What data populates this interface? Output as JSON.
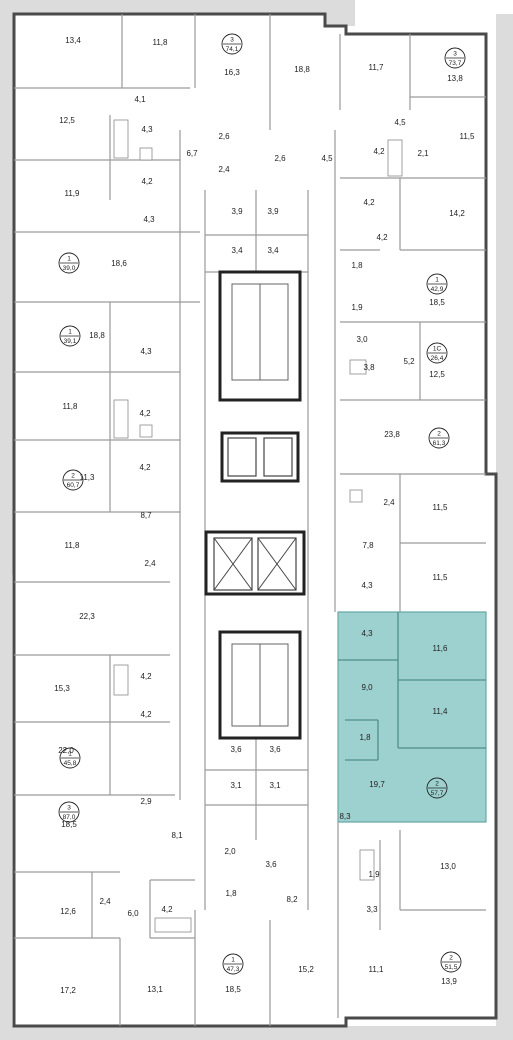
{
  "colors": {
    "wall": "#4a4a4a",
    "highlight": "#9dd1cf",
    "window": "#dcdcdc",
    "ink": "#222222"
  },
  "rooms": [
    {
      "id": "r1",
      "text": "13,4"
    },
    {
      "id": "r2",
      "text": "11,8"
    },
    {
      "id": "r3",
      "text": "16,3"
    },
    {
      "id": "r4",
      "text": "18,8"
    },
    {
      "id": "r5",
      "text": "11,7"
    },
    {
      "id": "r6",
      "text": "13,8"
    },
    {
      "id": "r7",
      "text": "4,1"
    },
    {
      "id": "r8",
      "text": "12,5"
    },
    {
      "id": "r9",
      "text": "4,3"
    },
    {
      "id": "r10",
      "text": "2,6"
    },
    {
      "id": "r11",
      "text": "2,6"
    },
    {
      "id": "r12",
      "text": "4,5"
    },
    {
      "id": "r13",
      "text": "11,5"
    },
    {
      "id": "r14",
      "text": "6,7"
    },
    {
      "id": "r15",
      "text": "4,2"
    },
    {
      "id": "r16",
      "text": "2,4"
    },
    {
      "id": "r17",
      "text": "4,5"
    },
    {
      "id": "r18",
      "text": "4,2"
    },
    {
      "id": "r19",
      "text": "2,1"
    },
    {
      "id": "r20",
      "text": "11,9"
    },
    {
      "id": "r21",
      "text": "3,9"
    },
    {
      "id": "r22",
      "text": "3,9"
    },
    {
      "id": "r23",
      "text": "4,2"
    },
    {
      "id": "r24",
      "text": "14,2"
    },
    {
      "id": "r25",
      "text": "4,3"
    },
    {
      "id": "r26",
      "text": "4,2"
    },
    {
      "id": "r27",
      "text": "3,4"
    },
    {
      "id": "r28",
      "text": "3,4"
    },
    {
      "id": "r29",
      "text": "18,6"
    },
    {
      "id": "r30",
      "text": "1,8"
    },
    {
      "id": "r31",
      "text": "18,5"
    },
    {
      "id": "r32",
      "text": "18,8"
    },
    {
      "id": "r33",
      "text": "1,9"
    },
    {
      "id": "r34",
      "text": "3,0"
    },
    {
      "id": "r35",
      "text": "5,2"
    },
    {
      "id": "r36",
      "text": "3,8"
    },
    {
      "id": "r37",
      "text": "12,5"
    },
    {
      "id": "r38",
      "text": "4,3"
    },
    {
      "id": "r39",
      "text": "11,8"
    },
    {
      "id": "r40",
      "text": "4,2"
    },
    {
      "id": "r41",
      "text": "23,8"
    },
    {
      "id": "r42",
      "text": "4,2"
    },
    {
      "id": "r43",
      "text": "11,3"
    },
    {
      "id": "r44",
      "text": "2,4"
    },
    {
      "id": "r45",
      "text": "11,5"
    },
    {
      "id": "r46",
      "text": "8,7"
    },
    {
      "id": "r47",
      "text": "7,8"
    },
    {
      "id": "r48",
      "text": "11,8"
    },
    {
      "id": "r49",
      "text": "2,4"
    },
    {
      "id": "r50",
      "text": "11,5"
    },
    {
      "id": "r51",
      "text": "22,3"
    },
    {
      "id": "r52",
      "text": "4,3"
    },
    {
      "id": "r53",
      "text": "4,2"
    },
    {
      "id": "r54",
      "text": "11,6"
    },
    {
      "id": "r55",
      "text": "4,3"
    },
    {
      "id": "r56",
      "text": "15,3"
    },
    {
      "id": "r57",
      "text": "9,0"
    },
    {
      "id": "r58",
      "text": "4,2"
    },
    {
      "id": "r59",
      "text": "11,4"
    },
    {
      "id": "r60",
      "text": "1,8"
    },
    {
      "id": "r61",
      "text": "22,0"
    },
    {
      "id": "r62",
      "text": "3,6"
    },
    {
      "id": "r63",
      "text": "3,6"
    },
    {
      "id": "r64",
      "text": "19,7"
    },
    {
      "id": "r65",
      "text": "3,1"
    },
    {
      "id": "r66",
      "text": "3,1"
    },
    {
      "id": "r67",
      "text": "2,9"
    },
    {
      "id": "r68",
      "text": "18,5"
    },
    {
      "id": "r69",
      "text": "8,3"
    },
    {
      "id": "r70",
      "text": "2,0"
    },
    {
      "id": "r71",
      "text": "3,6"
    },
    {
      "id": "r72",
      "text": "8,1"
    },
    {
      "id": "r73",
      "text": "13,0"
    },
    {
      "id": "r74",
      "text": "1,9"
    },
    {
      "id": "r75",
      "text": "2,4"
    },
    {
      "id": "r76",
      "text": "12,6"
    },
    {
      "id": "r77",
      "text": "6,0"
    },
    {
      "id": "r78",
      "text": "4,2"
    },
    {
      "id": "r79",
      "text": "1,8"
    },
    {
      "id": "r80",
      "text": "8,2"
    },
    {
      "id": "r81",
      "text": "3,3"
    },
    {
      "id": "r82",
      "text": "17,2"
    },
    {
      "id": "r83",
      "text": "13,1"
    },
    {
      "id": "r84",
      "text": "18,5"
    },
    {
      "id": "r85",
      "text": "15,2"
    },
    {
      "id": "r86",
      "text": "11,1"
    },
    {
      "id": "r87",
      "text": "13,9"
    }
  ],
  "apartments": [
    {
      "id": "a1",
      "rooms": "3",
      "area": "74,1"
    },
    {
      "id": "a2",
      "rooms": "3",
      "area": "73,7"
    },
    {
      "id": "a3",
      "rooms": "1",
      "area": "39,0"
    },
    {
      "id": "a4",
      "rooms": "1",
      "area": "42,9"
    },
    {
      "id": "a5",
      "rooms": "1",
      "area": "39,1"
    },
    {
      "id": "a6",
      "rooms": "1С",
      "area": "26,4"
    },
    {
      "id": "a7",
      "rooms": "2",
      "area": "61,3"
    },
    {
      "id": "a8",
      "rooms": "2",
      "area": "60,7"
    },
    {
      "id": "a9",
      "rooms": "2",
      "area": "57,7",
      "highlighted": true
    },
    {
      "id": "a10",
      "rooms": "1",
      "area": "45,8"
    },
    {
      "id": "a11",
      "rooms": "3",
      "area": "87,0"
    },
    {
      "id": "a12",
      "rooms": "1",
      "area": "47,3"
    },
    {
      "id": "a13",
      "rooms": "2",
      "area": "51,5"
    }
  ]
}
